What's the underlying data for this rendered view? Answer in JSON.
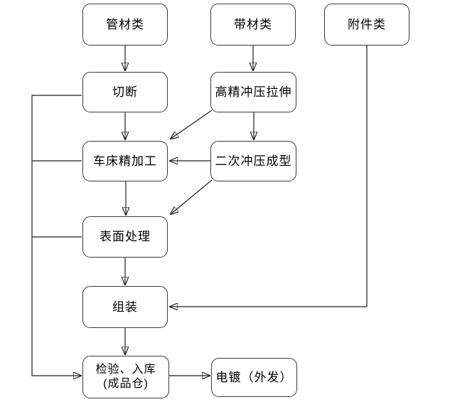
{
  "diagram": {
    "background_color": "#ffffff",
    "line_color": "#1f1f1f",
    "box_border_color": "#3a3a3a",
    "box_fill_color": "#ffffff",
    "text_color": "#000000"
  },
  "nodes": {
    "pipe": {
      "label": "管材类"
    },
    "strip": {
      "label": "带材类"
    },
    "accessory": {
      "label": "附件类"
    },
    "cut": {
      "label": "切断"
    },
    "precision_stamping": {
      "label": "高精冲压拉伸"
    },
    "lathe": {
      "label": "车床精加工"
    },
    "secondary_stamping": {
      "label": "二次冲压成型"
    },
    "surface": {
      "label": "表面处理"
    },
    "assembly": {
      "label": "组装"
    },
    "inspection": {
      "line1": "检验、入库",
      "line2": "(成品仓)"
    },
    "plating": {
      "label": "电镀（外发）"
    }
  },
  "edges": [
    {
      "from": "管材类",
      "to": "切断"
    },
    {
      "from": "带材类",
      "to": "高精冲压拉伸"
    },
    {
      "from": "切断",
      "to": "车床精加工"
    },
    {
      "from": "高精冲压拉伸",
      "to": "车床精加工"
    },
    {
      "from": "高精冲压拉伸",
      "to": "二次冲压成型"
    },
    {
      "from": "二次冲压成型",
      "to": "车床精加工"
    },
    {
      "from": "二次冲压成型",
      "to": "表面处理"
    },
    {
      "from": "车床精加工",
      "to": "表面处理"
    },
    {
      "from": "表面处理",
      "to": "组装"
    },
    {
      "from": "附件类",
      "to": "组装"
    },
    {
      "from": "组装",
      "to": "检验、入库(成品仓)"
    },
    {
      "from": "切断",
      "to": "检验、入库(成品仓)"
    },
    {
      "from": "车床精加工",
      "to": "检验、入库(成品仓)"
    },
    {
      "from": "表面处理",
      "to": "检验、入库(成品仓)"
    },
    {
      "from": "检验、入库(成品仓)",
      "to": "电镀（外发）"
    }
  ]
}
